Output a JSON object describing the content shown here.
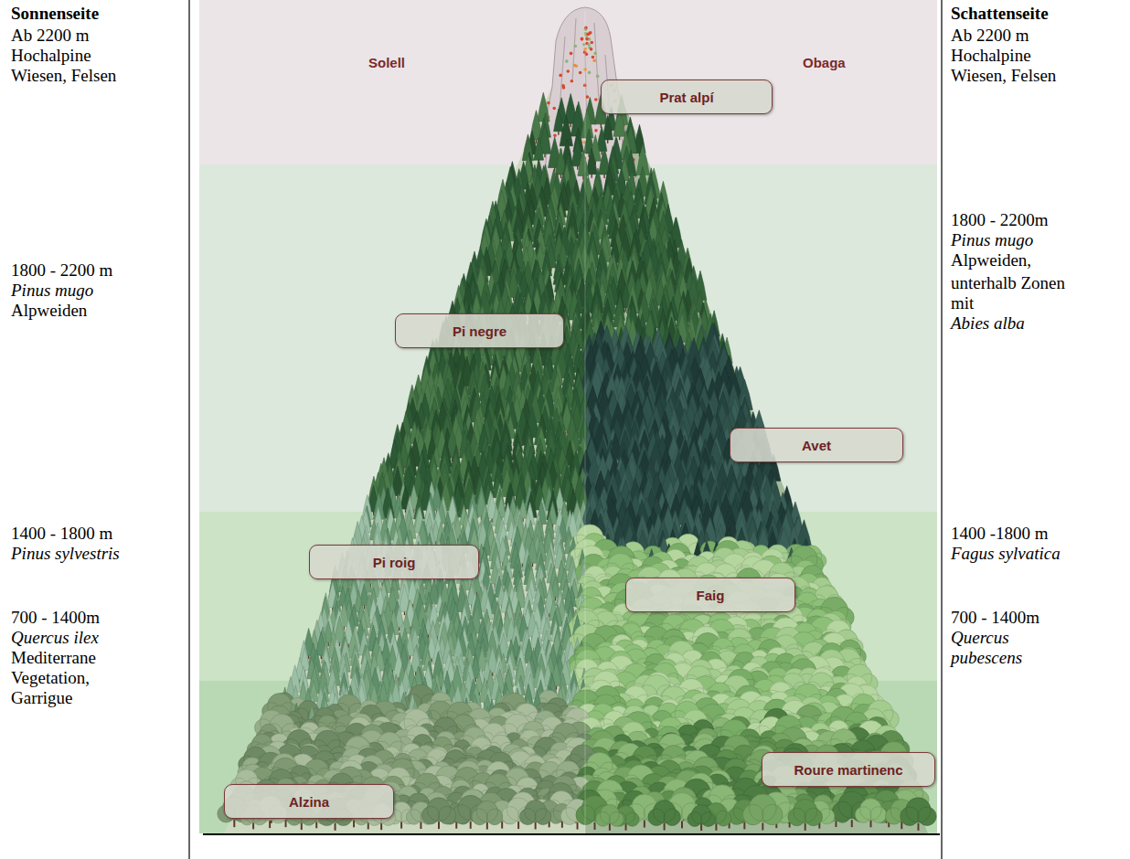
{
  "diagram": {
    "nodes": [
      {
        "text": [
          "Prat alpí"
        ]
      },
      {
        "text": [
          "Pi negre"
        ]
      },
      {
        "text": [
          "Avet"
        ]
      },
      {
        "text": [
          "Pi roig"
        ]
      },
      {
        "text": [
          "Faig"
        ]
      },
      {
        "text": [
          "Roure martinenc"
        ]
      },
      {
        "text": [
          "Alzina"
        ]
      }
    ],
    "labels": [
      "Sonnenseite",
      "Ab 2200 m",
      "Hochalpine Wiesen, Felsen",
      "1800 - 2200 m",
      "Pinus mugo",
      "Alpweiden",
      "1400 - 1800 m",
      "Pinus sylvestris",
      "700 - 1400m",
      "Quercus ilex",
      "Mediterrane Vegetation, Garrigue",
      "Solell",
      "Obaga",
      "Schattenseite",
      "Ab 2200 m",
      "Hochalpine Wiesen, Felsen",
      "1800 - 2200m",
      "Pinus mugo",
      "Alpweiden,",
      "unterhalb Zonen mit",
      "Abies alba",
      "1400 -1800 m",
      "Fagus sylvatica",
      "700 - 1400m",
      "Quercus pubescens"
    ]
  }
}
